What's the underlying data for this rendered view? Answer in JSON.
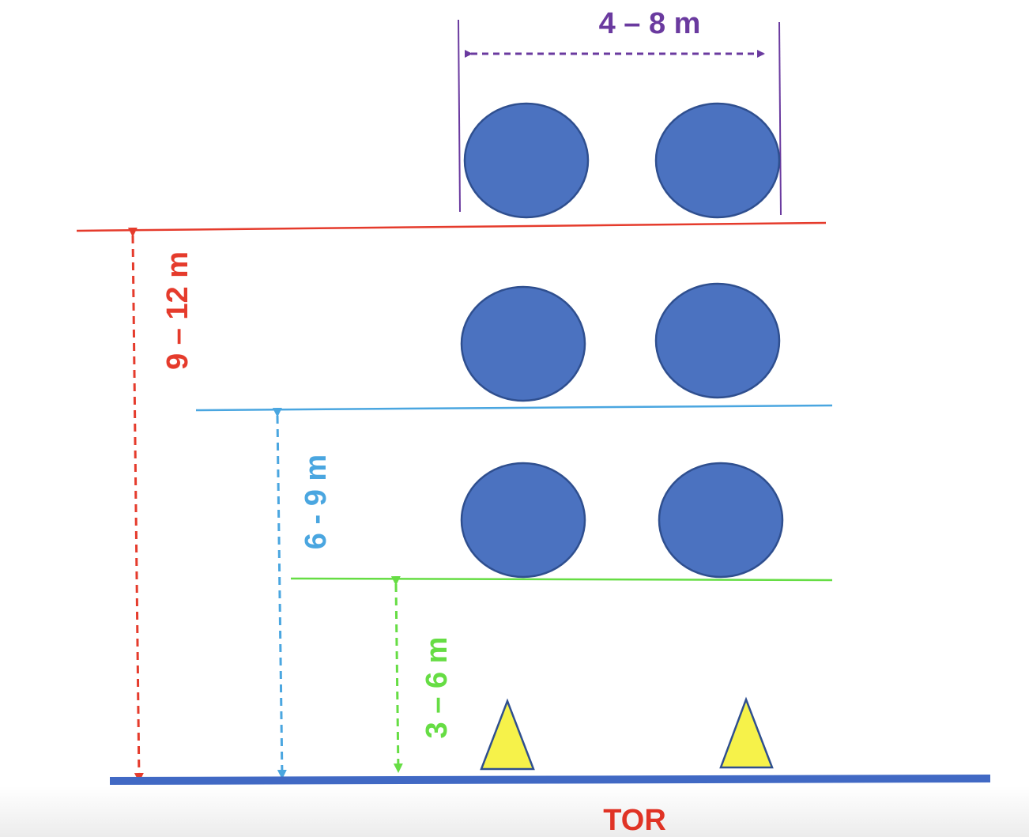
{
  "dimensions": {
    "width_label": "4 – 8 m",
    "red_label": "9 – 12 m",
    "blue_label": "6 - 9 m",
    "green_label": "3 – 6 m"
  },
  "goal_label": "TOR",
  "colors": {
    "width": "#6a3a9f",
    "red": "#e53b2c",
    "blue": "#4aa6e0",
    "green": "#66dd44",
    "player_fill": "#4b72c0",
    "player_stroke": "#2f4f8f",
    "cone_fill": "#f6f24a",
    "cone_stroke": "#2f4f8f",
    "goal_line": "#4169c4",
    "goal_text": "#e03325"
  },
  "icons": {
    "player": "circle",
    "cone": "triangle"
  }
}
